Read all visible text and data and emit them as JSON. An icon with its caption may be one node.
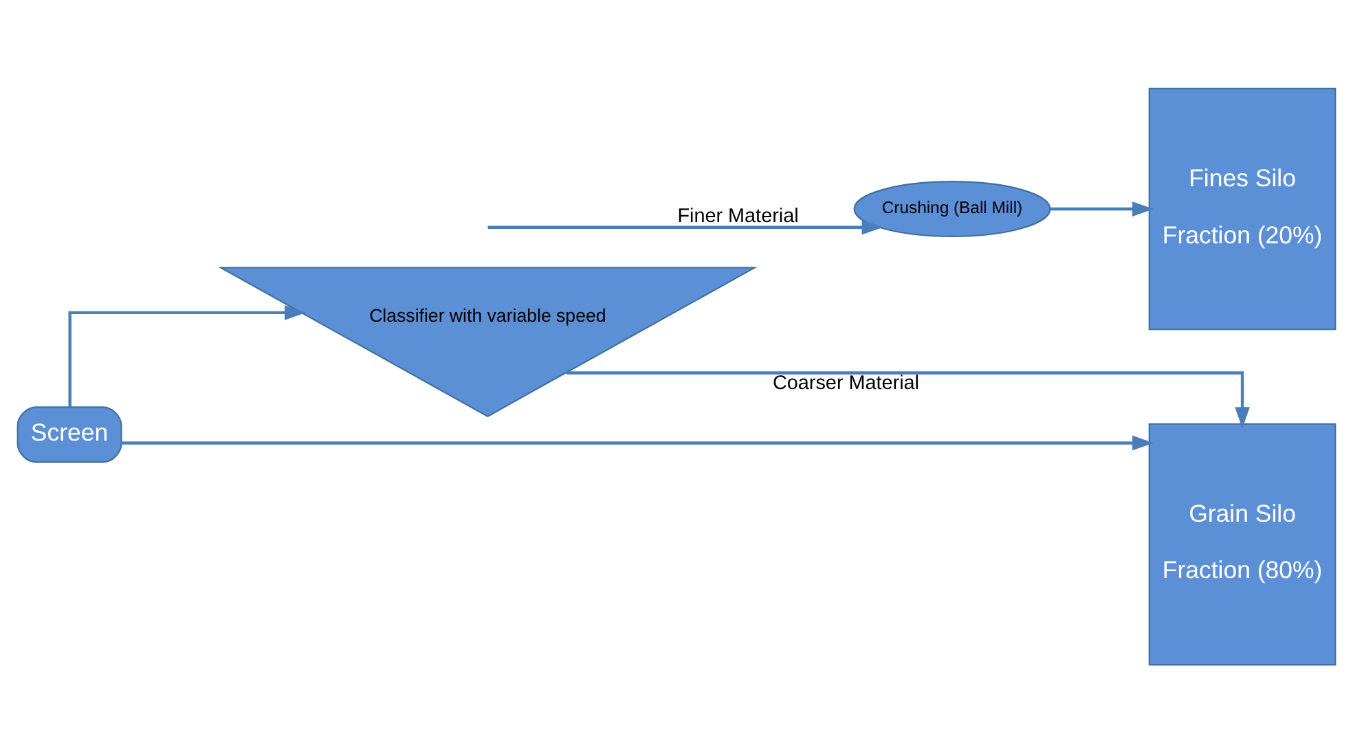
{
  "diagram": {
    "nodes": [
      {
        "text": [
          "Screen"
        ]
      },
      {
        "text": [
          "Classifier with variable speed"
        ]
      },
      {
        "text": [
          "Crushing (Ball Mill)"
        ]
      },
      {
        "text": [
          "Grain Silo",
          "Fraction (80%)"
        ]
      },
      {
        "text": [
          "Fines Silo",
          "Fraction (20%)"
        ]
      }
    ],
    "edges": [
      {
        "from": 0,
        "to": 1,
        "arrow": "to"
      },
      {
        "from": 1,
        "to": 2,
        "arrow": "to",
        "label": "Finer Material"
      },
      {
        "from": 0,
        "to": 3,
        "arrow": "to"
      },
      {
        "from": 1,
        "to": 3,
        "arrow": "to",
        "label": "Coarser Material"
      },
      {
        "from": 2,
        "to": 4,
        "arrow": "to"
      }
    ]
  }
}
